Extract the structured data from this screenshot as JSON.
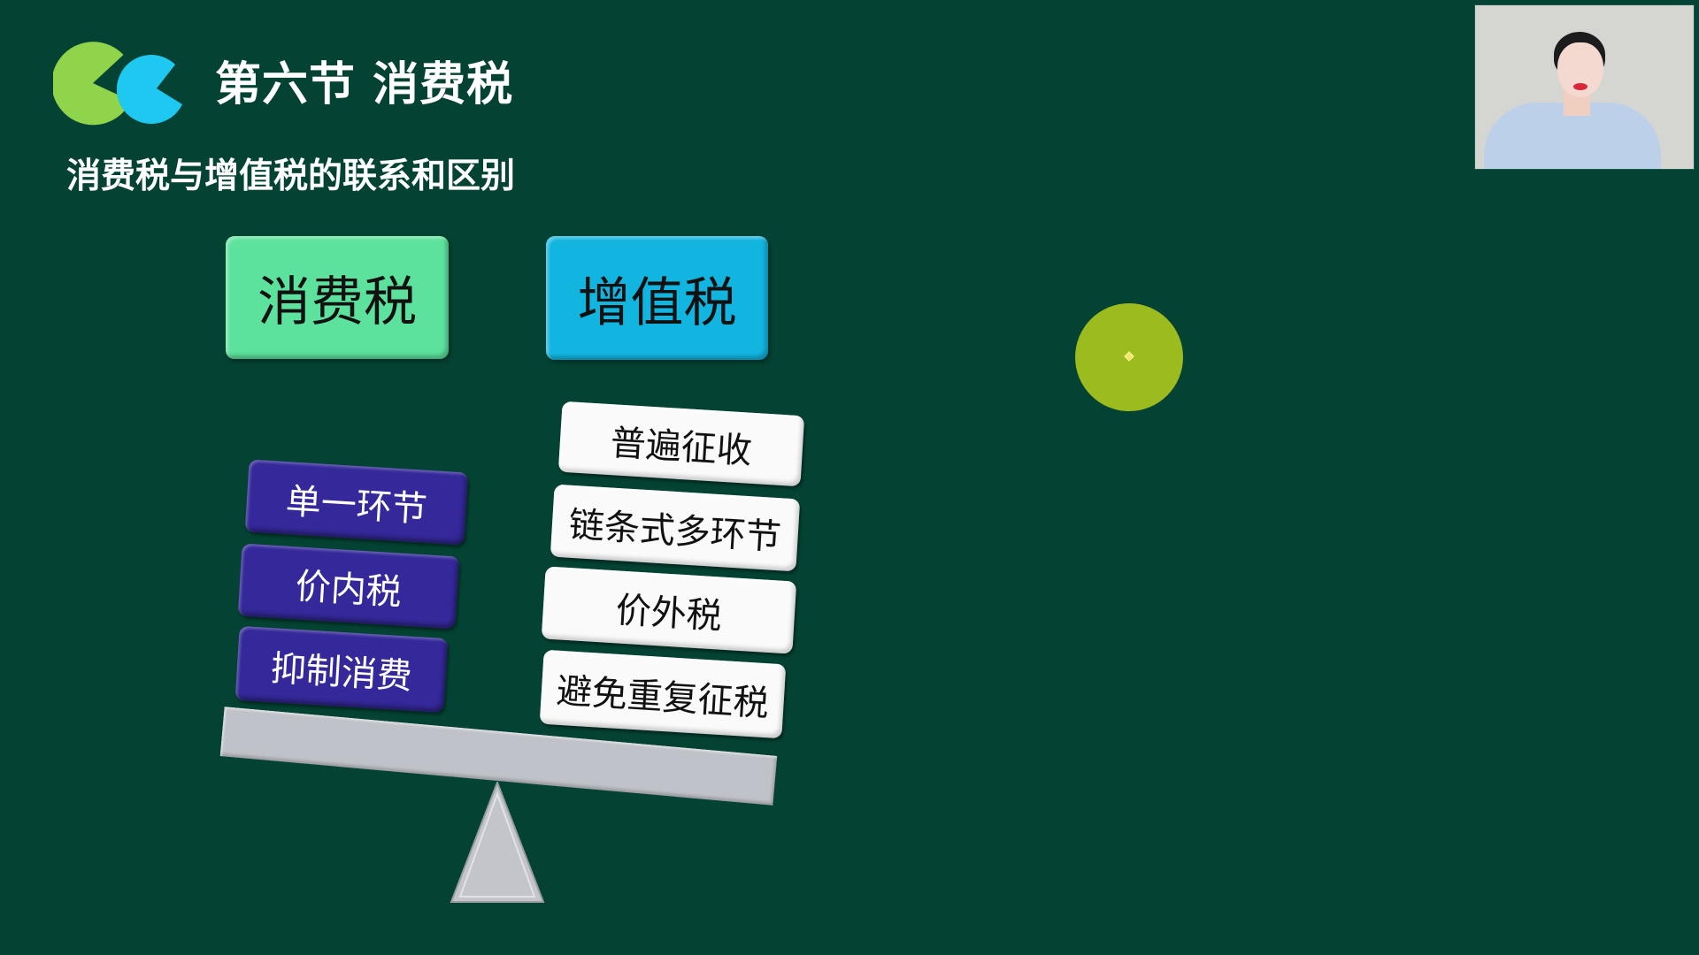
{
  "slide": {
    "section_title": "第六节 消费税",
    "subtitle": "消费税与增值税的联系和区别",
    "colors": {
      "background": "#044333",
      "logo_green": "#8fd44a",
      "logo_blue": "#1ec8f0",
      "consumption_box": "#5ce29c",
      "vat_box": "#12b4e0",
      "consumption_items": "#34289a",
      "vat_items": "#fafafa",
      "beam": "#c0c2c9",
      "pointer": "#9cbb1e"
    }
  },
  "headers": {
    "consumption_tax": "消费税",
    "vat": "增值税"
  },
  "consumption_tax_items": [
    {
      "label": "单一环节"
    },
    {
      "label": "价内税"
    },
    {
      "label": "抑制消费"
    }
  ],
  "vat_items": [
    {
      "label": "普遍征收"
    },
    {
      "label": "链条式多环节"
    },
    {
      "label": "价外税"
    },
    {
      "label": "避免重复征税"
    }
  ],
  "presenter": {
    "webcam_visible": true
  }
}
